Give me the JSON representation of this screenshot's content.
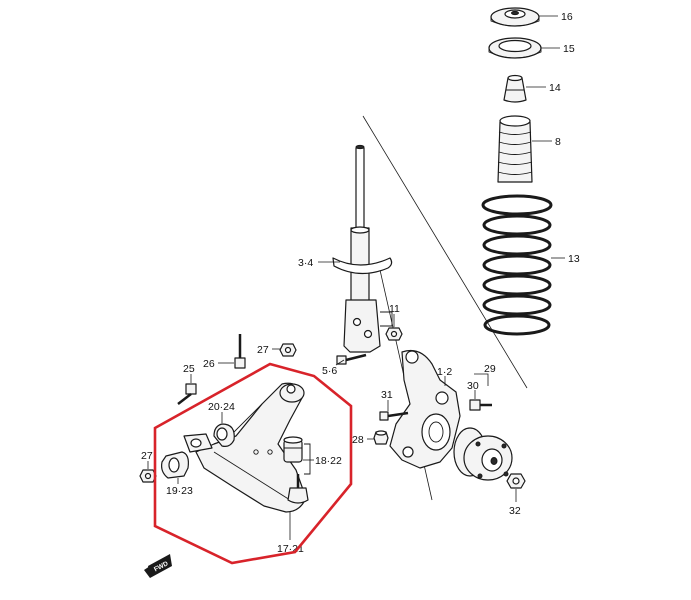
{
  "callouts": {
    "c16": "16",
    "c15": "15",
    "c14": "14",
    "c8": "8",
    "c13": "13",
    "c3_4": "3·4",
    "c11": "11",
    "c5_6": "5·6",
    "c1_2": "1·2",
    "c29": "29",
    "c30": "30",
    "c31": "31",
    "c28": "28",
    "c32": "32",
    "c27a": "27",
    "c26": "26",
    "c25": "25",
    "c20_24": "20·24",
    "c18_22": "18·22",
    "c27b": "27",
    "c19_23": "19·23",
    "c17_21": "17·21"
  },
  "fwd_marker": "FWD",
  "colors": {
    "highlight": "#d8232a",
    "line": "#1a1a1a",
    "background": "#ffffff"
  }
}
